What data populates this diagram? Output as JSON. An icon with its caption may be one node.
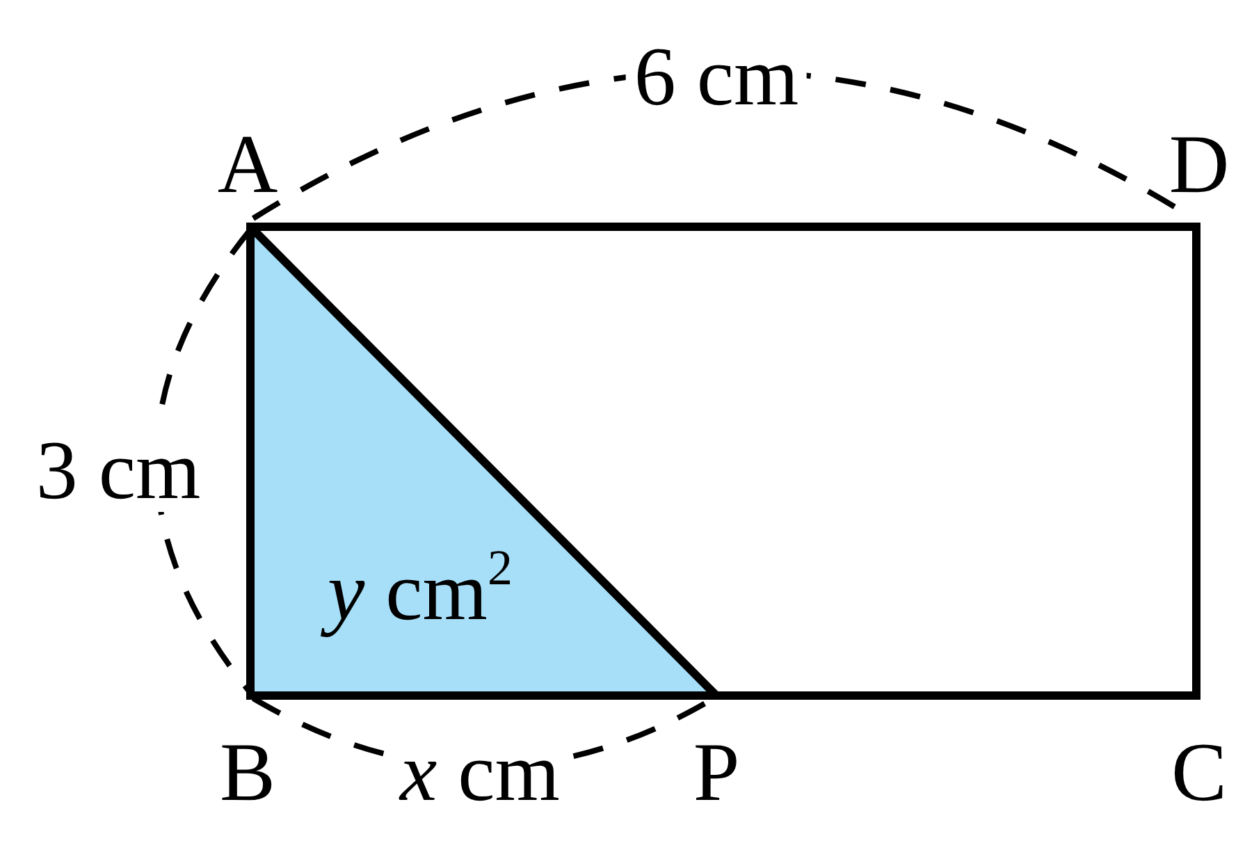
{
  "diagram": {
    "labels": [
      "6 cm",
      "A",
      "D",
      "3 cm",
      "*y* cm$^{2}$",
      "B",
      "*x* cm",
      "P",
      "C"
    ]
  }
}
